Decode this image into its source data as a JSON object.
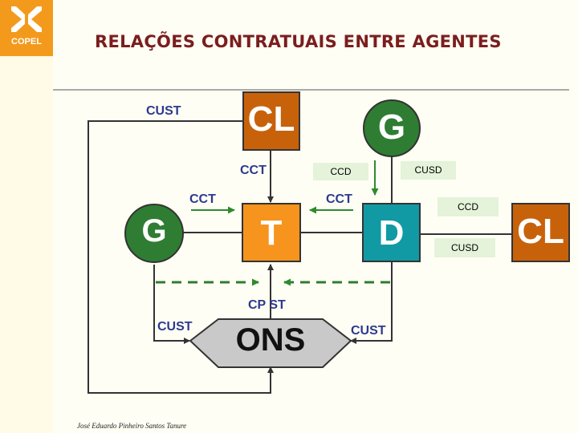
{
  "colors": {
    "logo_bg": "#f39a1c",
    "title": "#7a1e1e",
    "generator": "#2e7d32",
    "consumer": "#c8620a",
    "transmission": "#f7941d",
    "distribution": "#119aa3",
    "ons": "#c9c9c9",
    "contract_label": "#2b3a8f",
    "badge_bg": "#e4f3da",
    "arrow_green": "#2e8b2e"
  },
  "logo": {
    "text": "COPEL",
    "icon": "copel-logo-icon"
  },
  "title": "RELAÇÕES CONTRATUAIS ENTRE AGENTES",
  "nodes": {
    "cl_top": "CL",
    "g_top": "G",
    "g_left": "G",
    "t": "T",
    "d": "D",
    "cl_right": "CL",
    "ons": "ONS"
  },
  "labels": {
    "cust_top": "CUST",
    "cct_vertical": "CCT",
    "cct_left": "CCT",
    "cct_right": "CCT",
    "cpst": "CP ST",
    "cust_left": "CUST",
    "cust_right": "CUST"
  },
  "badges": {
    "ccd_top": "CCD",
    "cusd_top": "CUSD",
    "ccd_right": "CCD",
    "cusd_right": "CUSD"
  },
  "footer": "José Eduardo Pinheiro Santos Tanure"
}
